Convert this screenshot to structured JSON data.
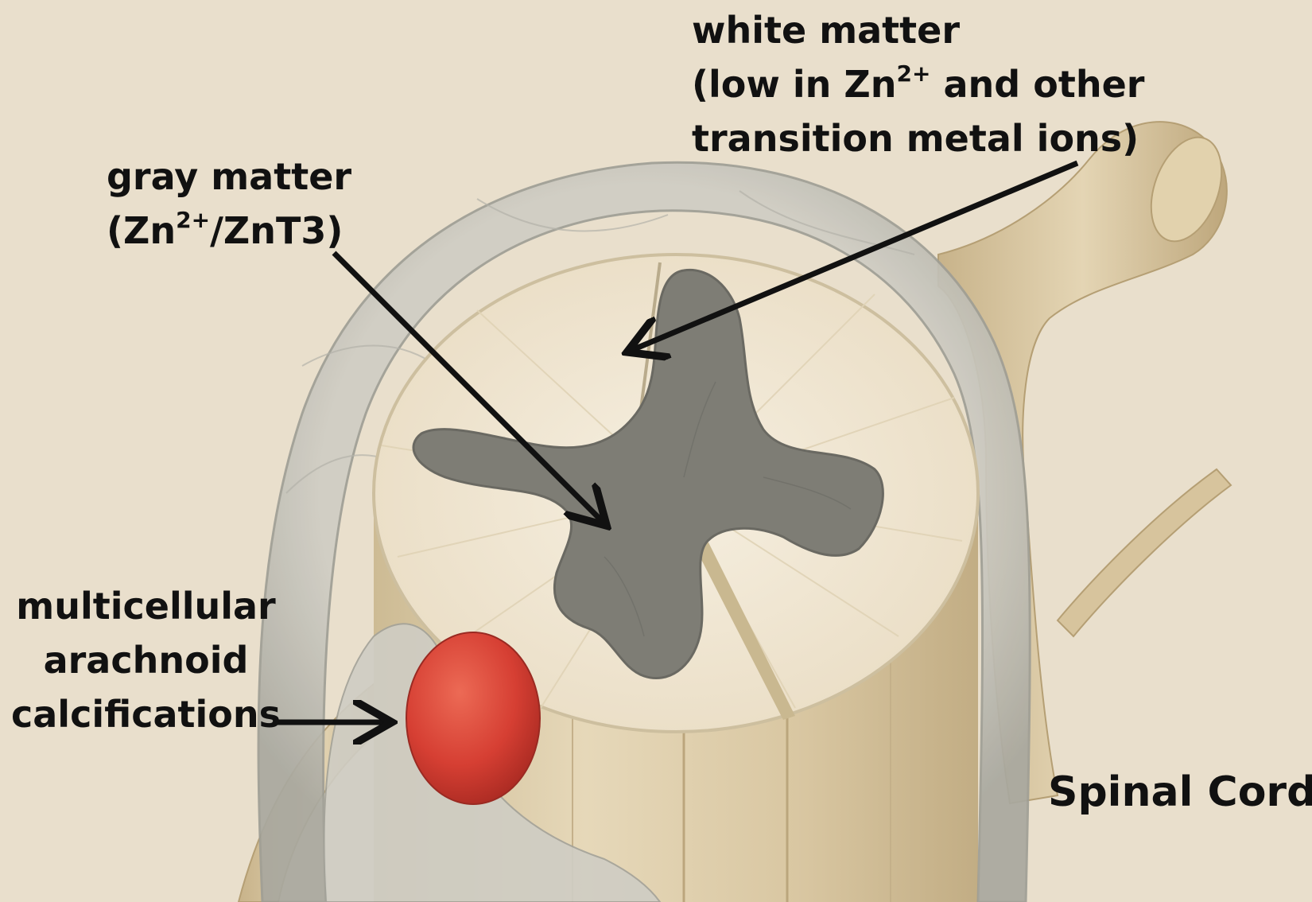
{
  "labels": {
    "white_matter": {
      "title": "white matter",
      "line2_before": "(low in Zn",
      "line2_sup": "2+",
      "line2_after": " and other",
      "line3": "transition metal ions)"
    },
    "gray_matter": {
      "title": "gray matter",
      "line2_open": "(Zn",
      "line2_sup": "2+",
      "line2_rest": "/ZnT3)"
    },
    "calcifications": {
      "line1": "multicellular",
      "line2": "arachnoid",
      "line3": "calcifications"
    },
    "spinal_cord": "Spinal Cord"
  },
  "colors": {
    "background": "#e9dfcc",
    "white_matter": "#f1e8d6",
    "gray_matter": "#7e7d75",
    "nerve": "#d8c6a0",
    "meninges": "#c9c8bf",
    "calcification": "#d8453a",
    "arrow": "#111111"
  }
}
